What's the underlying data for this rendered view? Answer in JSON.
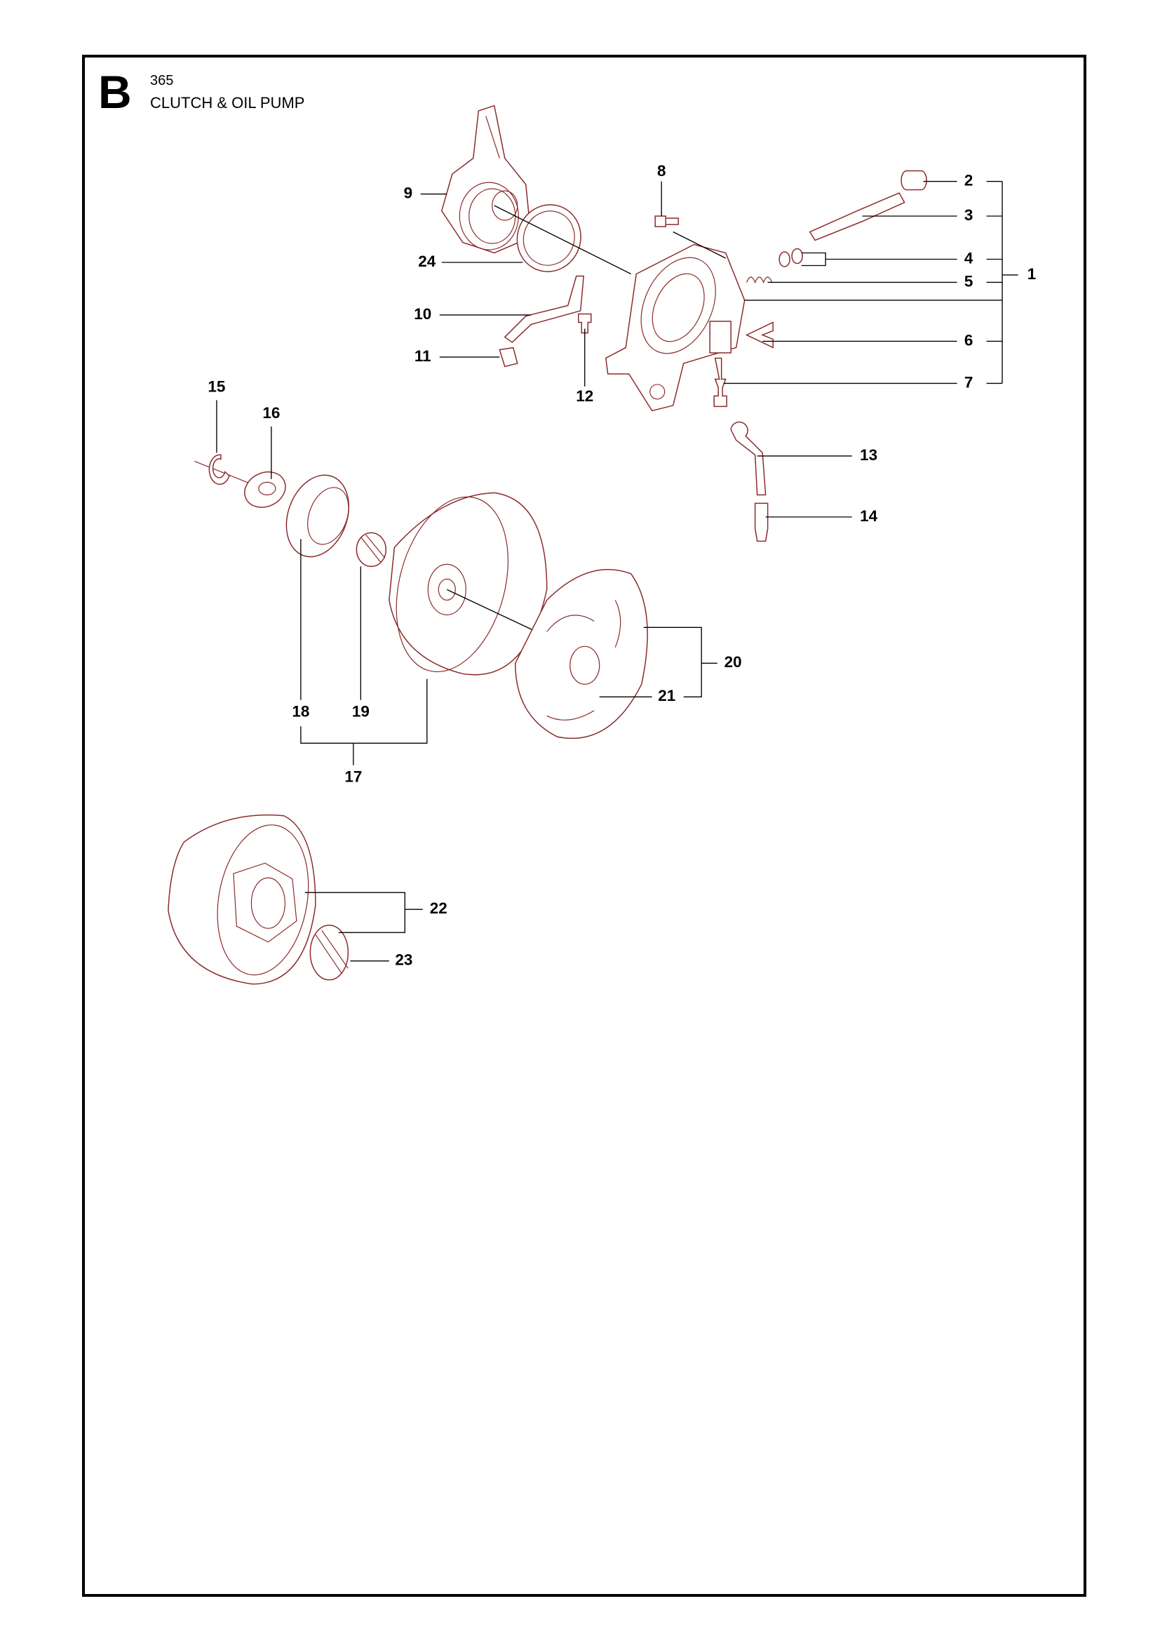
{
  "header": {
    "section_letter": "B",
    "model": "365",
    "title": "CLUTCH & OIL PUMP"
  },
  "labels": {
    "p1": "1",
    "p2": "2",
    "p3": "3",
    "p4": "4",
    "p5": "5",
    "p6": "6",
    "p7": "7",
    "p8": "8",
    "p9": "9",
    "p10": "10",
    "p11": "11",
    "p12": "12",
    "p13": "13",
    "p14": "14",
    "p15": "15",
    "p16": "16",
    "p17": "17",
    "p18": "18",
    "p19": "19",
    "p20": "20",
    "p21": "21",
    "p22": "22",
    "p23": "23",
    "p24": "24"
  },
  "colors": {
    "line_art": "#8b2b2b",
    "leaders": "#000000"
  }
}
